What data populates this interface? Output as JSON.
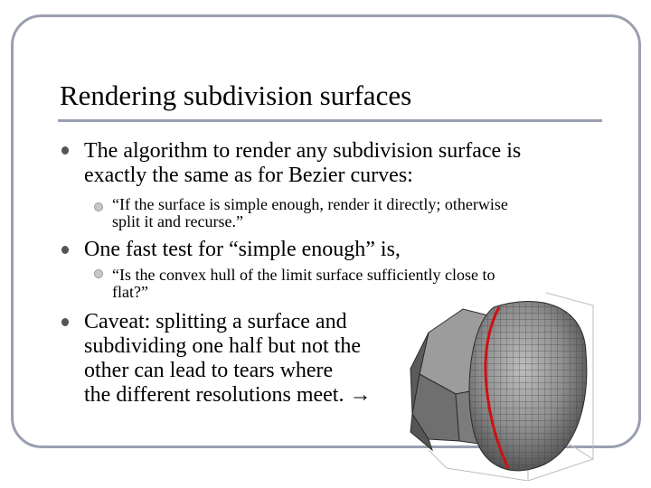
{
  "slide": {
    "title": "Rendering subdivision surfaces",
    "bullets": [
      {
        "lines": [
          "The algorithm to render any subdivision surface is",
          "exactly the same as for Bezier curves:"
        ],
        "sub": [
          "“If the surface is simple enough, render it directly; otherwise",
          "split it and recurse.”"
        ]
      },
      {
        "lines": [
          "One fast test for “simple enough” is,"
        ],
        "sub": [
          "“Is the convex hull of the limit surface sufficiently close to",
          "flat?”"
        ]
      },
      {
        "lines": [
          "Caveat: splitting a surface and",
          "subdividing one half but not the",
          "other can lead to tears where",
          "the different resolutions meet. →"
        ]
      }
    ]
  },
  "colors": {
    "frame": "#9a9fb0",
    "bullet": "#555555",
    "seam": "#d01010",
    "surface": "#8a8a8a"
  },
  "figure": {
    "description_icon": "subdivision-surface-render-icon"
  }
}
